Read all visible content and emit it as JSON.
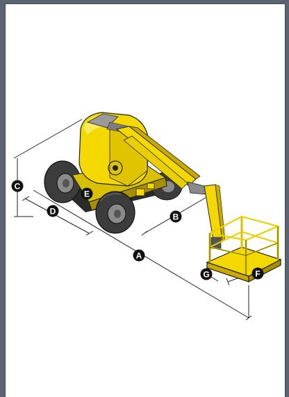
{
  "colors": {
    "machine_yellow": "#f4d900",
    "machine_shade": "#c9a800",
    "tire": "#4a4a4a",
    "dimension_line": "#222222",
    "label_fill": "#111111"
  },
  "dimensions": {
    "A": "A",
    "B": "B",
    "C": "C",
    "D": "D",
    "E": "E",
    "F": "F",
    "G": "G"
  }
}
